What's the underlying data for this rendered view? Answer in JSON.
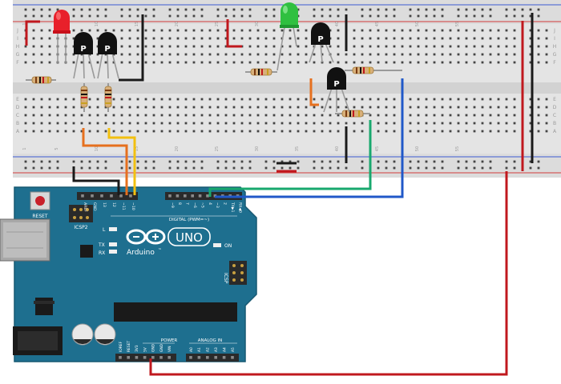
{
  "colors": {
    "breadboard": "#e6e6e6",
    "breadboard_rail": "#dedede",
    "hole": "#444444",
    "hole_active": "#2e8b2e",
    "rail_red": "#d23c3c",
    "rail_blue": "#3c5ad2",
    "wire_red": "#c0181e",
    "wire_black": "#1a1a1a",
    "wire_orange": "#e6701e",
    "wire_yellow": "#f2c010",
    "wire_green": "#18a86e",
    "wire_blue": "#2058c8",
    "led_red": "#e8202a",
    "led_green": "#30c040",
    "transistor": "#111111",
    "resistor_body": "#d8b07a",
    "board_blue": "#1e6f8f",
    "board_blue_dark": "#175872",
    "header_black": "#2a2a2a",
    "silkscreen": "#ffffff"
  },
  "breadboard": {
    "row_letters_top": [
      "J",
      "I",
      "H",
      "G",
      "F"
    ],
    "row_letters_bottom": [
      "E",
      "D",
      "C",
      "B",
      "A"
    ],
    "column_numbers": [
      "1",
      "5",
      "10",
      "15",
      "20",
      "25",
      "30",
      "35",
      "40",
      "45",
      "50",
      "55"
    ]
  },
  "transistors": [
    {
      "label": "P"
    },
    {
      "label": "P"
    },
    {
      "label": "P"
    },
    {
      "label": "P"
    }
  ],
  "leds": [
    {
      "color": "red"
    },
    {
      "color": "green"
    }
  ],
  "arduino": {
    "logo_text": "Arduino",
    "trademark": "™",
    "model": "UNO",
    "reset_label": "RESET",
    "icsp2_label": "ICSP2",
    "icsp_label": "ICSP",
    "digital_label": "DIGITAL (PWM=~)",
    "power_label": "POWER",
    "analog_label": "ANALOG IN",
    "on_label": "ON",
    "l_label": "L",
    "tx_label": "TX",
    "rx_label": "RX",
    "top_pins": [
      "AREF",
      "GND",
      "13",
      "12",
      "~11",
      "~10",
      "~9",
      "8",
      "7",
      "~6",
      "~5",
      "4",
      "~3",
      "2",
      "TX▶1",
      "RX◀0"
    ],
    "power_pins": [
      "IOREF",
      "RESET",
      "3V3",
      "5V",
      "GND",
      "GND",
      "VIN"
    ],
    "analog_pins": [
      "A0",
      "A1",
      "A2",
      "A3",
      "A4",
      "A5"
    ]
  }
}
